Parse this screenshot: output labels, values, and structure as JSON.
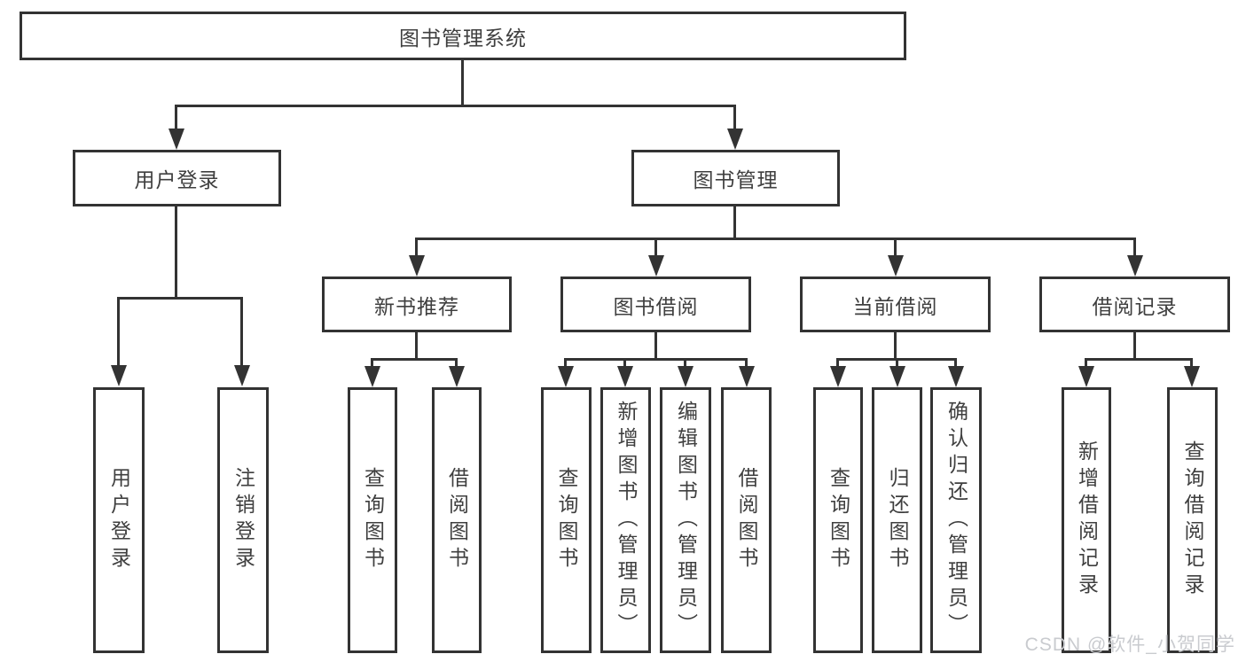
{
  "diagram_title": "图书管理系统",
  "tree": {
    "label": "图书管理系统",
    "children": [
      {
        "label": "用户登录",
        "children": [
          {
            "label": "用户登录"
          },
          {
            "label": "注销登录"
          }
        ]
      },
      {
        "label": "图书管理",
        "children": [
          {
            "label": "新书推荐",
            "children": [
              {
                "label": "查询图书"
              },
              {
                "label": "借阅图书"
              }
            ]
          },
          {
            "label": "图书借阅",
            "children": [
              {
                "label": "查询图书"
              },
              {
                "label": "新增图书（管理员）"
              },
              {
                "label": "编辑图书（管理员）"
              },
              {
                "label": "借阅图书"
              }
            ]
          },
          {
            "label": "当前借阅",
            "children": [
              {
                "label": "查询图书"
              },
              {
                "label": "归还图书"
              },
              {
                "label": "确认归还（管理员）"
              }
            ]
          },
          {
            "label": "借阅记录",
            "children": [
              {
                "label": "新增借阅记录"
              },
              {
                "label": "查询借阅记录"
              }
            ]
          }
        ]
      }
    ]
  },
  "watermark": {
    "text": "CSDN @软件_小贺同学"
  },
  "colors": {
    "line": "#333333",
    "text": "#3f3f3f",
    "background": "#ffffff",
    "watermark": "#c9cbcf"
  }
}
